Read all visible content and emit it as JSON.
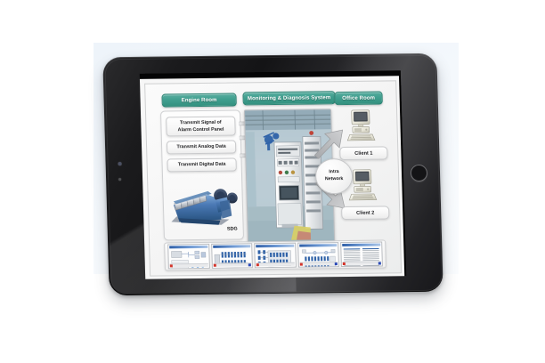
{
  "device": {
    "name": "tablet",
    "orientation": "landscape",
    "home_button": "home-button",
    "bezel_color": "#1b1b1d"
  },
  "colors": {
    "header_pill": "#3f9e8e",
    "header_pill_border": "#2e8475",
    "arrow_gray": "#b3b4b6",
    "screen_bg": "#f7f7f7",
    "box_border": "#c9cacc",
    "thumb_title_blue": "#2f5fa8",
    "thumb_status_red": "#d4342a",
    "thumb_status_blue": "#2a49b6"
  },
  "diagram": {
    "title": "Monitoring & Diagnosis System",
    "sections": {
      "engine_room": {
        "header": "Engine Room",
        "data_boxes": [
          {
            "id": "alarm",
            "label": "Transmit Signal of\nAlarm Control Panel"
          },
          {
            "id": "analog",
            "label": "Transmit Analog Data"
          },
          {
            "id": "digital",
            "label": "Transmit Digital Data"
          }
        ],
        "equipment": {
          "icon": "diesel-engine-icon",
          "label": "SDG"
        }
      },
      "monitoring": {
        "header": "Monitoring & Diagnosis System",
        "photo": "switchgear-control-cabinet-photo"
      },
      "network": {
        "line1": "Intra",
        "line2": "Network"
      },
      "office_room": {
        "header": "Office Room",
        "clients": [
          {
            "id": "client1",
            "label": "Client 1",
            "icon": "desktop-computer-icon"
          },
          {
            "id": "client2",
            "label": "Client 2",
            "icon": "desktop-computer-icon"
          }
        ]
      }
    },
    "arrows": {
      "engine_to_monitor": [
        "arrow-alarm-signal",
        "arrow-analog-data",
        "arrow-digital-data"
      ],
      "network_to_clients": [
        "arrow-to-client-1",
        "arrow-to-client-2"
      ]
    },
    "thumbnail_strip": [
      {
        "id": "thumb-1",
        "name": "engine-overview-mimic"
      },
      {
        "id": "thumb-2",
        "name": "alarm-panel-mimic"
      },
      {
        "id": "thumb-3",
        "name": "distribution-board-mimic"
      },
      {
        "id": "thumb-4",
        "name": "switchboard-layout-mimic"
      },
      {
        "id": "thumb-5",
        "name": "alarm-list-table"
      }
    ]
  }
}
